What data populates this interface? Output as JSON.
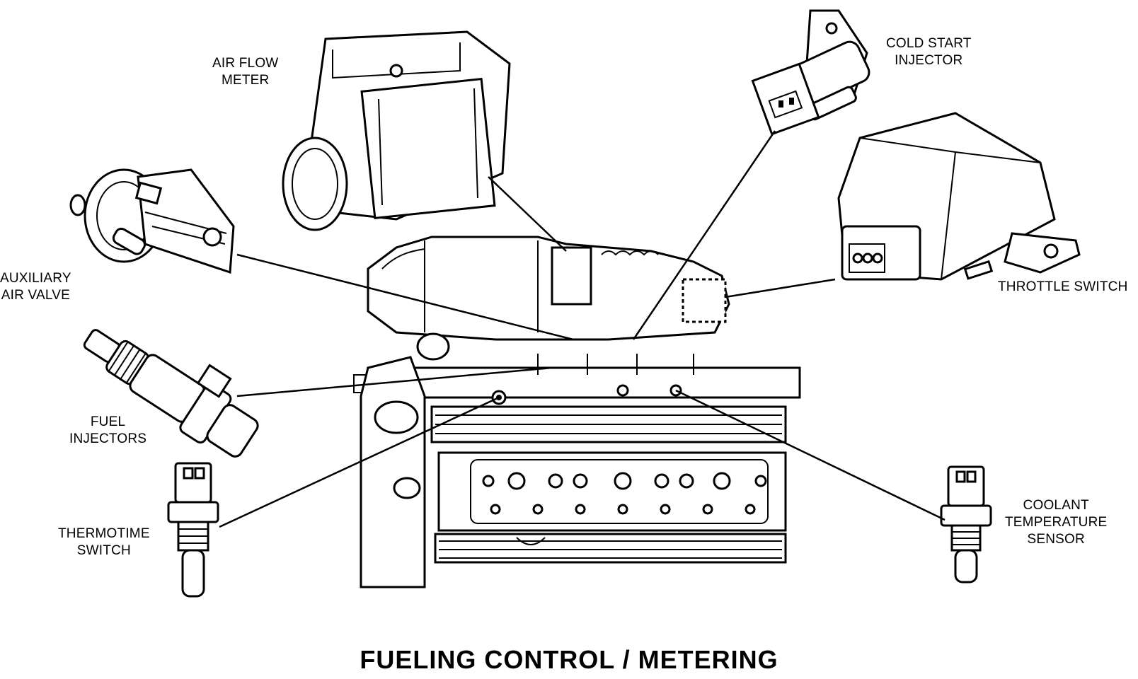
{
  "diagram": {
    "title": "FUELING CONTROL / METERING",
    "labels": {
      "air_flow_meter": [
        "AIR FLOW",
        "METER"
      ],
      "cold_start_injector": [
        "COLD START",
        "INJECTOR"
      ],
      "throttle_switch": [
        "THROTTLE SWITCH"
      ],
      "auxiliary_air_valve": [
        "AUXILIARY",
        "AIR VALVE"
      ],
      "fuel_injectors": [
        "FUEL",
        "INJECTORS"
      ],
      "thermotime_switch": [
        "THERMOTIME",
        "SWITCH"
      ],
      "coolant_temperature_sensor": [
        "COOLANT",
        "TEMPERATURE",
        "SENSOR"
      ]
    }
  }
}
